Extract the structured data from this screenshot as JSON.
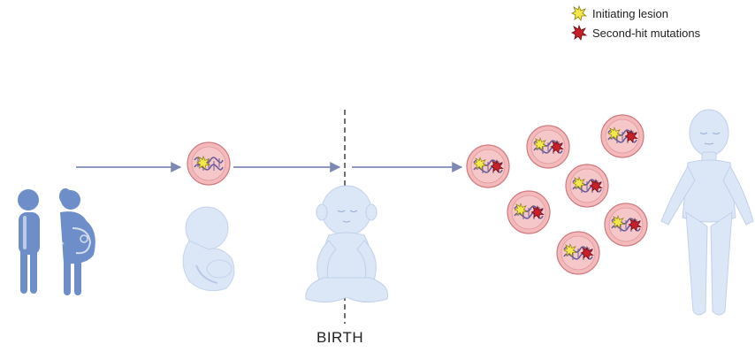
{
  "legend": {
    "initiating_label": "Initiating lesion",
    "second_hit_label": "Second-hit mutations"
  },
  "birth_label": "BIRTH",
  "colors": {
    "initiating": "#f2e84a",
    "second_hit": "#c8202a",
    "arrow": "#8f98bf",
    "figure_dark": "#6d8ec9",
    "figure_light": "#dbe6f6",
    "cell_fill": "#f3b9bb",
    "cell_edge": "#d07a80",
    "dna": "#6a5d9a"
  },
  "icons": [
    "father-icon",
    "pregnant-mother-icon",
    "fetus-icon",
    "baby-icon",
    "child-icon",
    "dna-cell-icon"
  ]
}
